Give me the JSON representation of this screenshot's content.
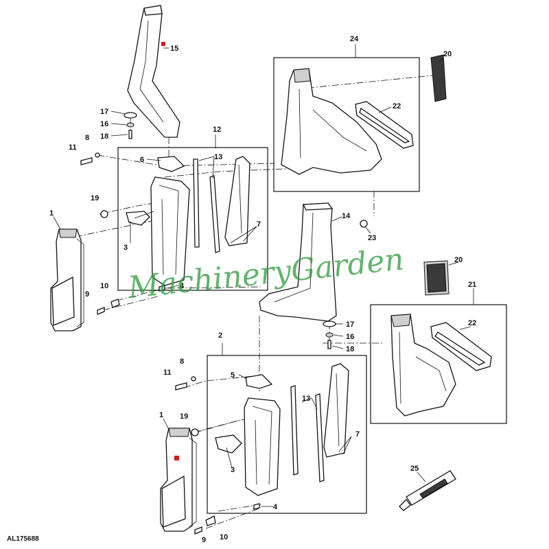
{
  "diagram": {
    "type": "exploded parts diagram",
    "document_id": "AL175688",
    "watermark": "MachineryGarden",
    "callouts": {
      "c1a": "1",
      "c1b": "1",
      "c2": "2",
      "c3a": "3",
      "c3b": "3",
      "c4a": "4",
      "c4b": "4",
      "c5": "5",
      "c6": "6",
      "c7a": "7",
      "c7b": "7",
      "c8a": "8",
      "c8b": "8",
      "c9a": "9",
      "c9b": "9",
      "c10a": "10",
      "c10b": "10",
      "c11a": "11",
      "c11b": "11",
      "c12": "12",
      "c13a": "13",
      "c13b": "13",
      "c14": "14",
      "c15": "15",
      "c16a": "16",
      "c16b": "16",
      "c17a": "17",
      "c17b": "17",
      "c18a": "18",
      "c18b": "18",
      "c19a": "19",
      "c19b": "19",
      "c20a": "20",
      "c20b": "20",
      "c21": "21",
      "c22a": "22",
      "c22b": "22",
      "c23": "23",
      "c24": "24",
      "c25": "25"
    },
    "marker_color": "#d11a1a",
    "watermark_color": "#2e9a3a"
  }
}
